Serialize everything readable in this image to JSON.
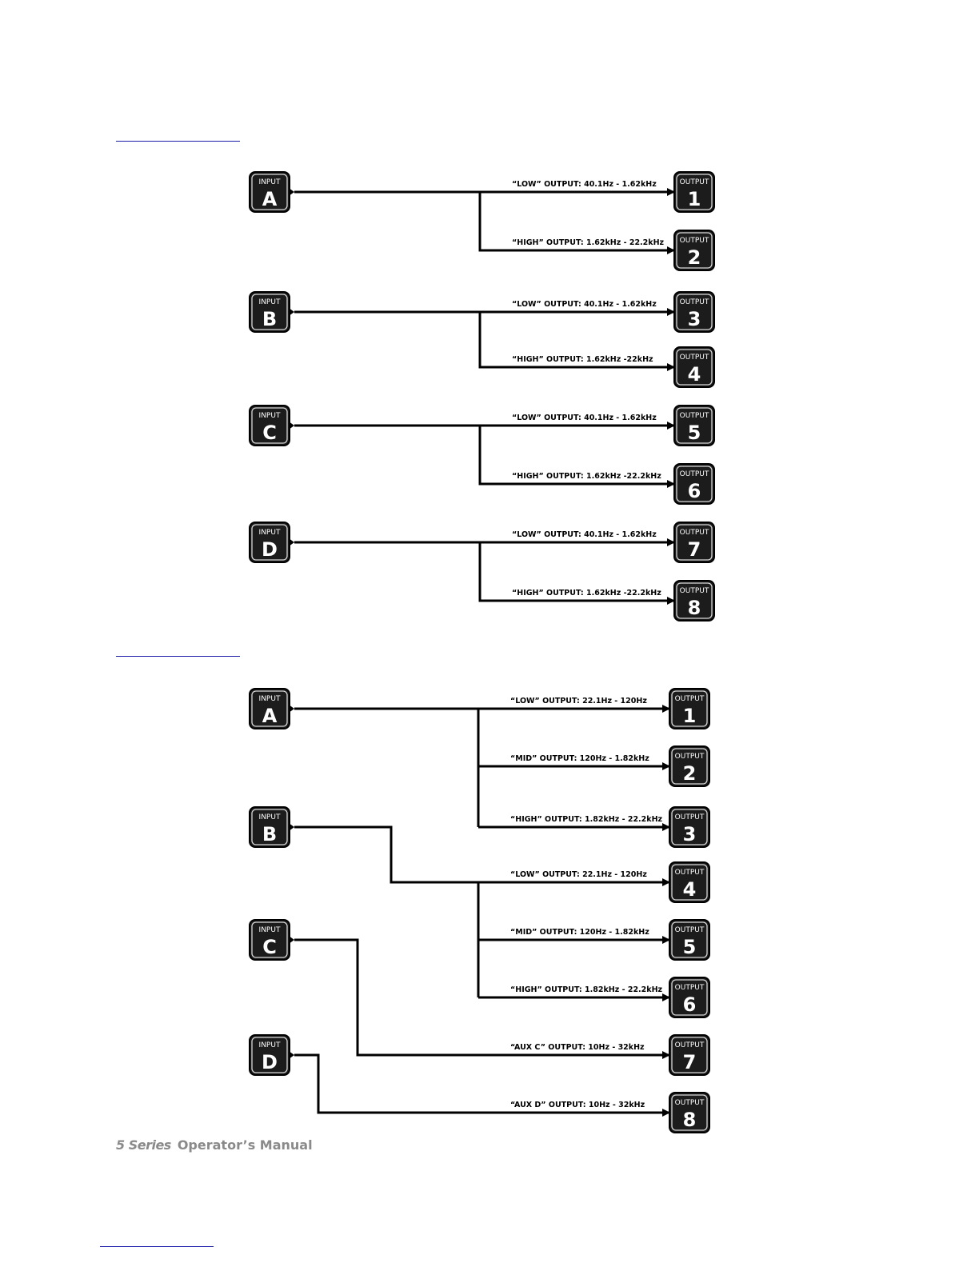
{
  "diagrams": [
    {
      "id": "two-way",
      "routes": [
        {
          "input": "A",
          "outputs": [
            {
              "num": "1",
              "label": "“LOW” OUTPUT:  40.1Hz - 1.62kHz"
            },
            {
              "num": "2",
              "label": "“HIGH” OUTPUT:  1.62kHz - 22.2kHz"
            }
          ]
        },
        {
          "input": "B",
          "outputs": [
            {
              "num": "3",
              "label": "“LOW” OUTPUT:  40.1Hz - 1.62kHz"
            },
            {
              "num": "4",
              "label": "“HIGH” OUTPUT:  1.62kHz -22kHz"
            }
          ]
        },
        {
          "input": "C",
          "outputs": [
            {
              "num": "5",
              "label": "“LOW” OUTPUT:  40.1Hz - 1.62kHz"
            },
            {
              "num": "6",
              "label": "“HIGH” OUTPUT:  1.62kHz -22.2kHz"
            }
          ]
        },
        {
          "input": "D",
          "outputs": [
            {
              "num": "7",
              "label": "“LOW” OUTPUT:  40.1Hz - 1.62kHz"
            },
            {
              "num": "8",
              "label": "“HIGH” OUTPUT:  1.62kHz -22.2kHz"
            }
          ]
        }
      ]
    },
    {
      "id": "three-way",
      "inputs": [
        "A",
        "B",
        "C",
        "D"
      ],
      "outputs": [
        {
          "num": "1",
          "label": "“LOW” OUTPUT:  22.1Hz - 120Hz"
        },
        {
          "num": "2",
          "label": "“MID” OUTPUT:  120Hz - 1.82kHz"
        },
        {
          "num": "3",
          "label": "“HIGH” OUTPUT:  1.82kHz - 22.2kHz"
        },
        {
          "num": "4",
          "label": "“LOW” OUTPUT:  22.1Hz - 120Hz"
        },
        {
          "num": "5",
          "label": "“MID” OUTPUT:  120Hz - 1.82kHz"
        },
        {
          "num": "6",
          "label": "“HIGH” OUTPUT:  1.82kHz - 22.2kHz"
        },
        {
          "num": "7",
          "label": "“AUX C” OUTPUT:  10Hz - 32kHz"
        },
        {
          "num": "8",
          "label": "“AUX D” OUTPUT:  10Hz - 32kHz"
        }
      ]
    }
  ],
  "box_caption_input": "INPUT",
  "box_caption_output": "OUTPUT",
  "footer": {
    "series": "5 Series",
    "title": "Operator’s Manual"
  }
}
